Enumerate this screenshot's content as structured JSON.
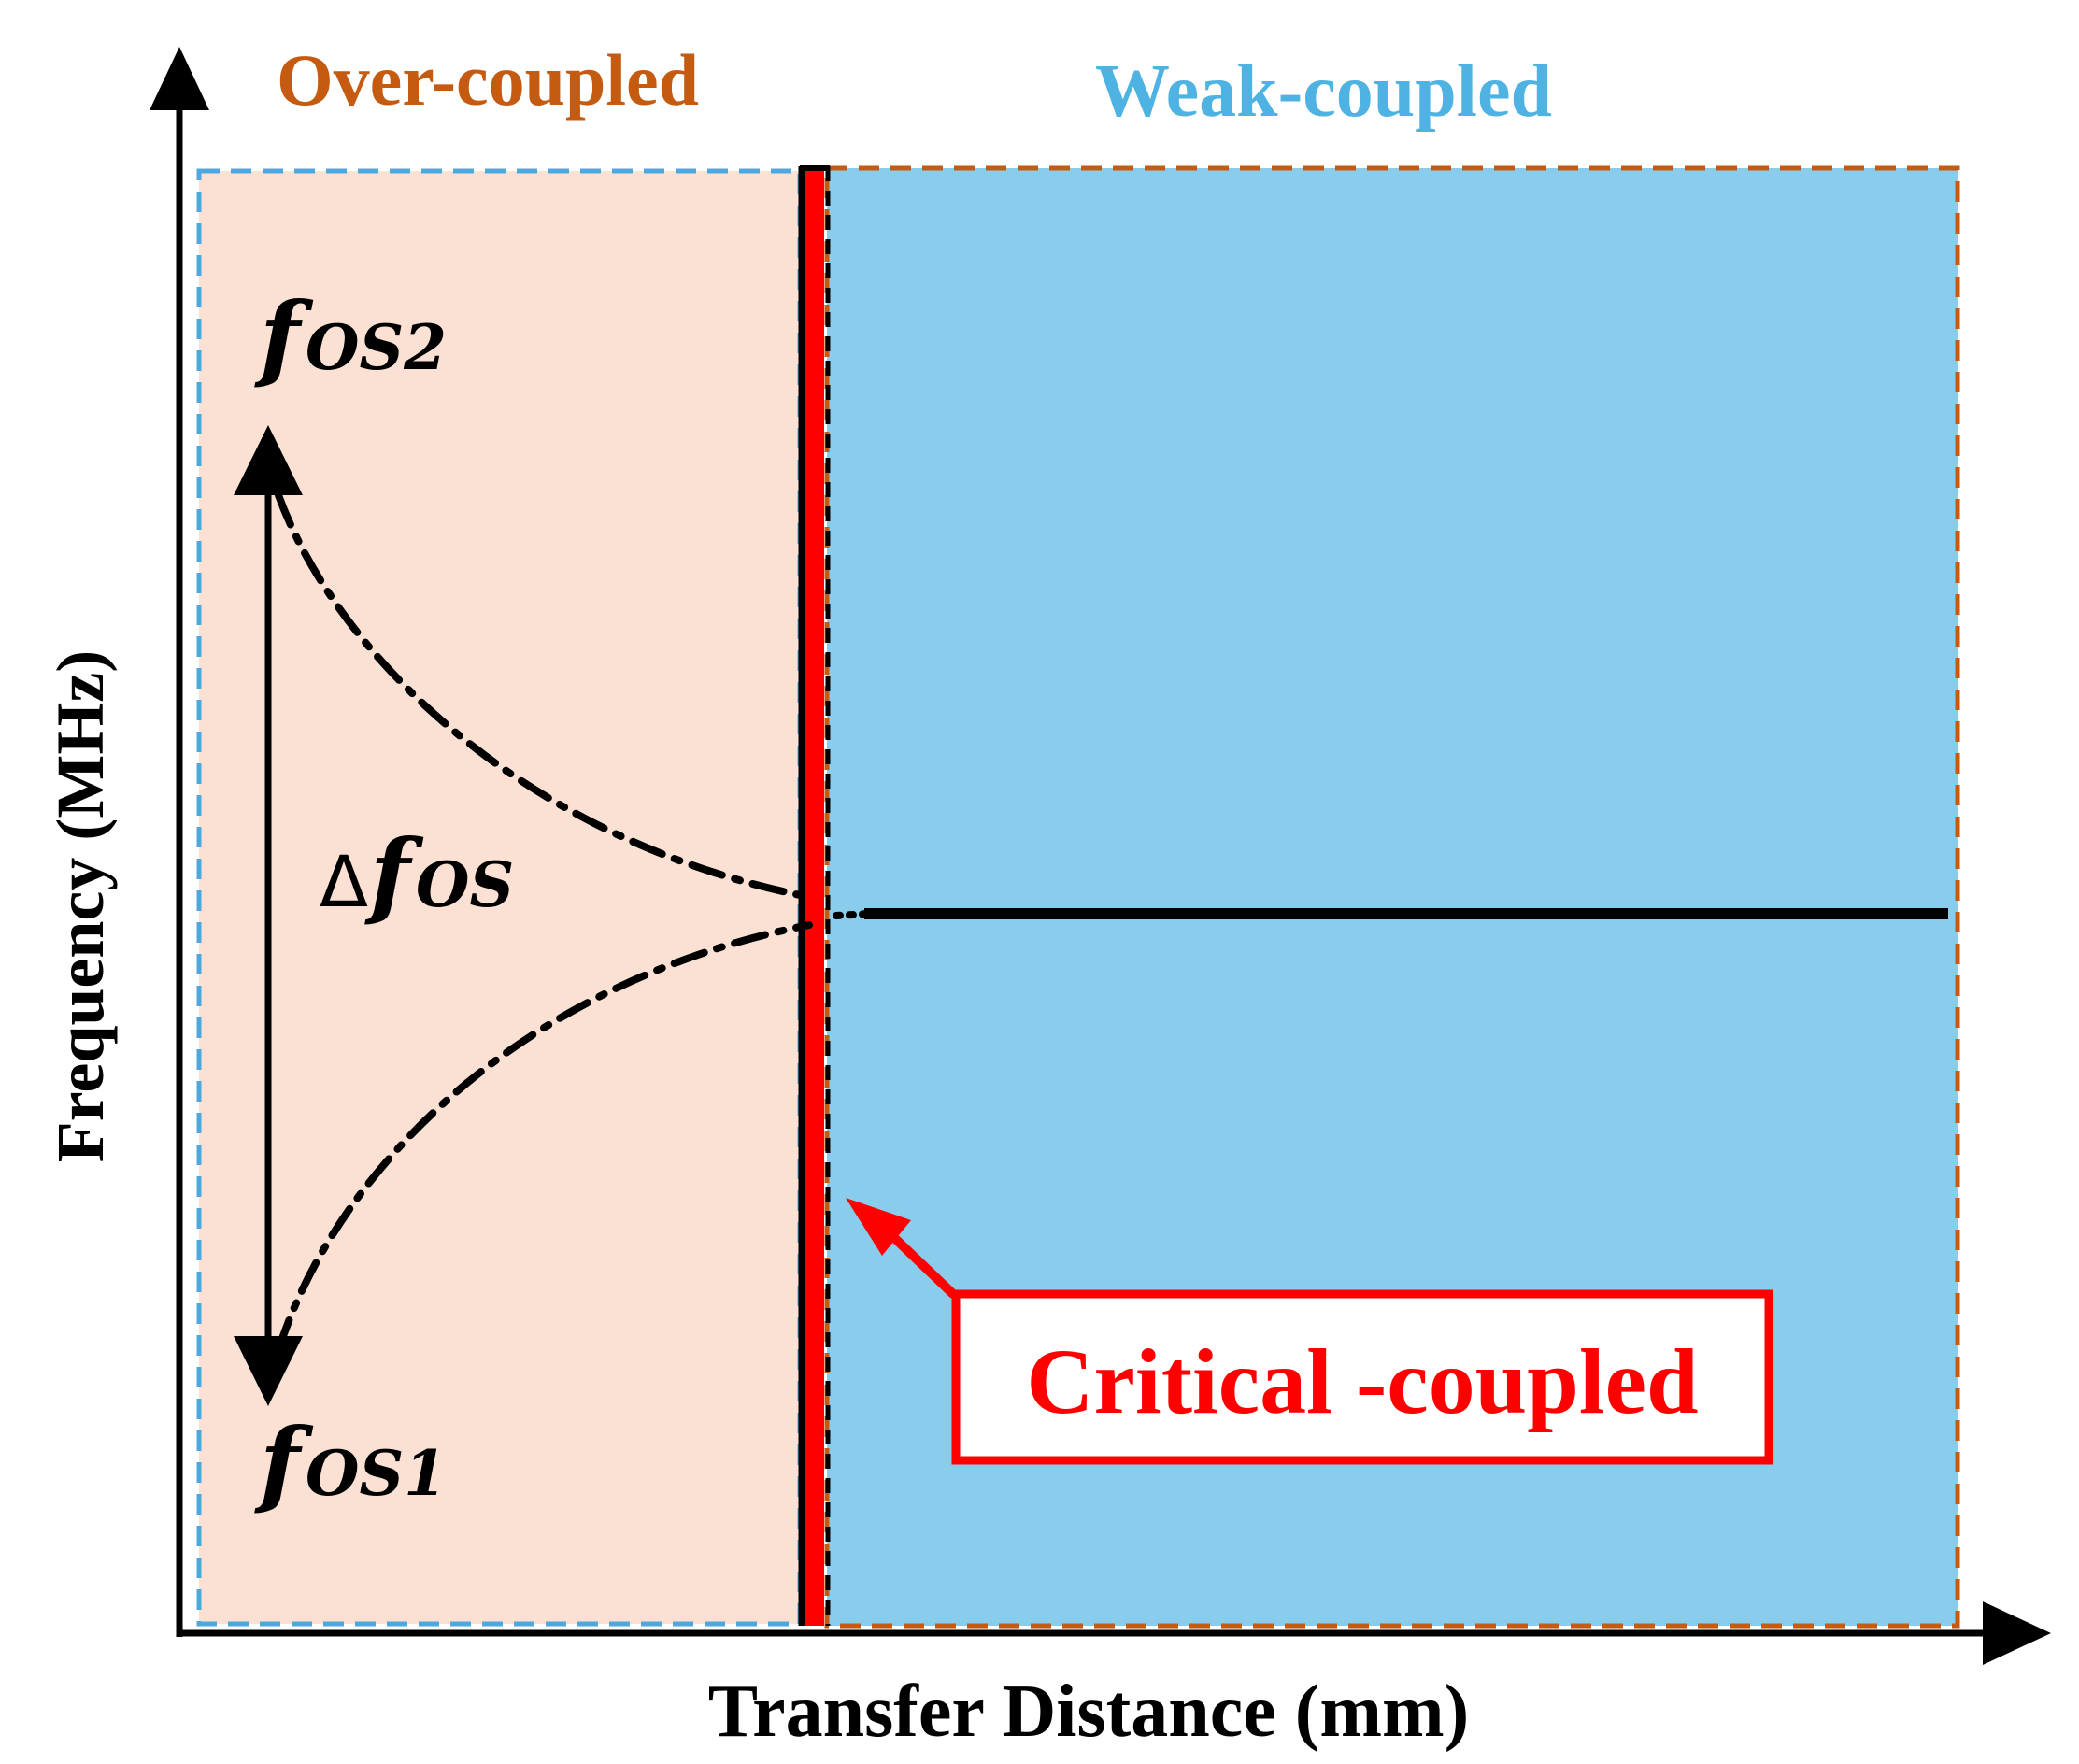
{
  "regions": {
    "over": {
      "label": "Over-coupled",
      "fill": "#FAE1D4",
      "border": "#4FA8DD",
      "label_color": "#C55A11"
    },
    "weak": {
      "label": "Weak-coupled",
      "fill": "#8ACCEB",
      "border": "#C55A11",
      "label_color": "#4EB3E3"
    },
    "critical": {
      "label": "Critical -coupled",
      "color": "#FF0000"
    }
  },
  "axes": {
    "x_label": "Transfer Distance (mm)",
    "y_label": "Frequency (MHz)"
  },
  "annotations": {
    "f_os2": {
      "base": "f",
      "sub": "OS2"
    },
    "f_os1": {
      "base": "f",
      "sub": "OS1"
    },
    "delta": {
      "symbol": "Δ",
      "base": "f",
      "sub": "OS"
    }
  },
  "colors": {
    "axis": "#000000",
    "curve": "#000000"
  }
}
